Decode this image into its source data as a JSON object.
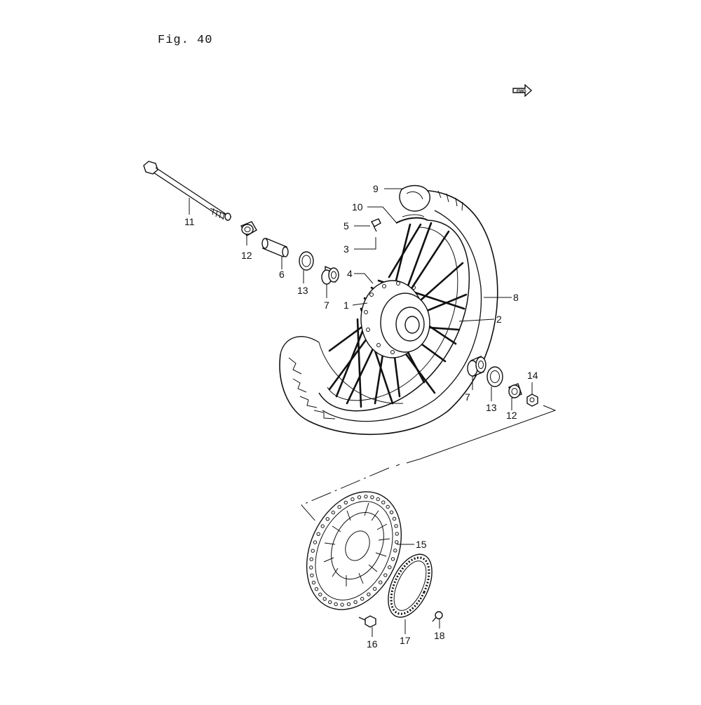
{
  "figure": {
    "title": "Fig. 40",
    "fwd_badge": "FWD"
  },
  "callouts": [
    {
      "id": "c1",
      "label": "1"
    },
    {
      "id": "c2",
      "label": "2"
    },
    {
      "id": "c3",
      "label": "3"
    },
    {
      "id": "c4",
      "label": "4"
    },
    {
      "id": "c5",
      "label": "5"
    },
    {
      "id": "c6",
      "label": "6"
    },
    {
      "id": "c7a",
      "label": "7"
    },
    {
      "id": "c7b",
      "label": "7"
    },
    {
      "id": "c8",
      "label": "8"
    },
    {
      "id": "c9",
      "label": "9"
    },
    {
      "id": "c10",
      "label": "10"
    },
    {
      "id": "c11",
      "label": "11"
    },
    {
      "id": "c12a",
      "label": "12"
    },
    {
      "id": "c12b",
      "label": "12"
    },
    {
      "id": "c13a",
      "label": "13"
    },
    {
      "id": "c13b",
      "label": "13"
    },
    {
      "id": "c14",
      "label": "14"
    },
    {
      "id": "c15",
      "label": "15"
    },
    {
      "id": "c16",
      "label": "16"
    },
    {
      "id": "c17",
      "label": "17"
    },
    {
      "id": "c18",
      "label": "18"
    }
  ]
}
